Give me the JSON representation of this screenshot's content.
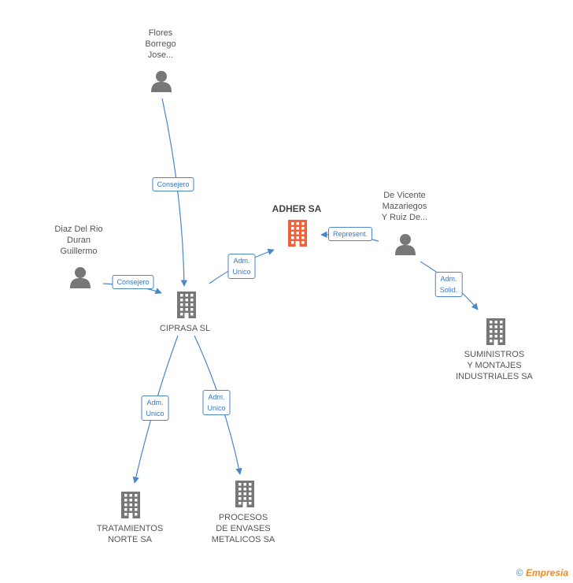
{
  "colors": {
    "edge": "#4a86c8",
    "person": "#777777",
    "company": "#777777",
    "focus_company": "#f0603a"
  },
  "nodes": {
    "flores": {
      "type": "person",
      "lines": [
        "Flores",
        "Borrego",
        "Jose..."
      ]
    },
    "diaz": {
      "type": "person",
      "lines": [
        "Diaz Del Rio",
        "Duran",
        "Guillermo"
      ]
    },
    "devicente": {
      "type": "person",
      "lines": [
        "De Vicente",
        "Mazariegos",
        "Y Ruiz De..."
      ]
    },
    "adher": {
      "type": "company",
      "focus": true,
      "lines": [
        "ADHER SA"
      ]
    },
    "ciprasa": {
      "type": "company",
      "lines": [
        "CIPRASA SL"
      ]
    },
    "suministros": {
      "type": "company",
      "lines": [
        "SUMINISTROS",
        "Y MONTAJES",
        "INDUSTRIALES SA"
      ]
    },
    "tratamientos": {
      "type": "company",
      "lines": [
        "TRATAMIENTOS",
        "NORTE SA"
      ]
    },
    "procesos": {
      "type": "company",
      "lines": [
        "PROCESOS",
        "DE ENVASES",
        "METALICOS SA"
      ]
    }
  },
  "edges": [
    {
      "from": "flores",
      "to": "ciprasa",
      "label": [
        "Consejero"
      ]
    },
    {
      "from": "diaz",
      "to": "ciprasa",
      "label": [
        "Consejero"
      ]
    },
    {
      "from": "ciprasa",
      "to": "adher",
      "label": [
        "Adm.",
        "Unico"
      ]
    },
    {
      "from": "devicente",
      "to": "adher",
      "label": [
        "Represent."
      ]
    },
    {
      "from": "devicente",
      "to": "suministros",
      "label": [
        "Adm.",
        "Solid."
      ]
    },
    {
      "from": "ciprasa",
      "to": "tratamientos",
      "label": [
        "Adm.",
        "Unico"
      ]
    },
    {
      "from": "ciprasa",
      "to": "procesos",
      "label": [
        "Adm.",
        "Unico"
      ]
    }
  ],
  "footer": {
    "copyright": "©",
    "brand": "Empresia"
  }
}
